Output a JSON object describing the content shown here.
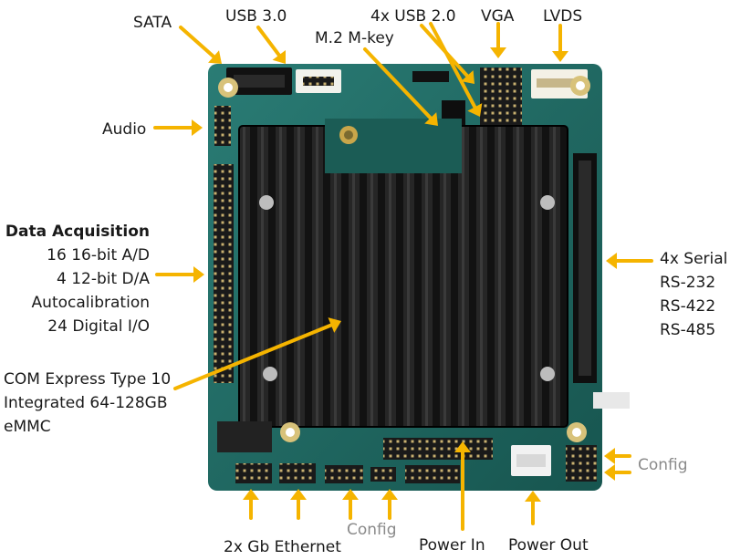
{
  "labels": {
    "sata": "SATA",
    "usb3": "USB 3.0",
    "usb2": "4x USB 2.0",
    "vga": "VGA",
    "lvds": "LVDS",
    "m2": "M.2 M-key",
    "audio": "Audio",
    "daq_title": "Data Acquisition",
    "daq_lines": [
      "16 16-bit A/D",
      "4 12-bit D/A",
      "Autocalibration",
      "24 Digital I/O"
    ],
    "serial_lines": [
      "4x Serial",
      "RS-232",
      "RS-422",
      "RS-485"
    ],
    "com_lines": [
      "COM Express Type 10",
      "Integrated 64-128GB",
      "eMMC"
    ],
    "config_right": "Config",
    "config_bottom": "Config",
    "ethernet": "2x Gb Ethernet",
    "power_in": "Power In",
    "power_out": "Power Out"
  },
  "colors": {
    "arrow": "#f5b400",
    "pcb": "#1f6f6a",
    "heatsink": "#141414",
    "label": "#1a1a1a",
    "label_muted": "#8a8a8a"
  }
}
